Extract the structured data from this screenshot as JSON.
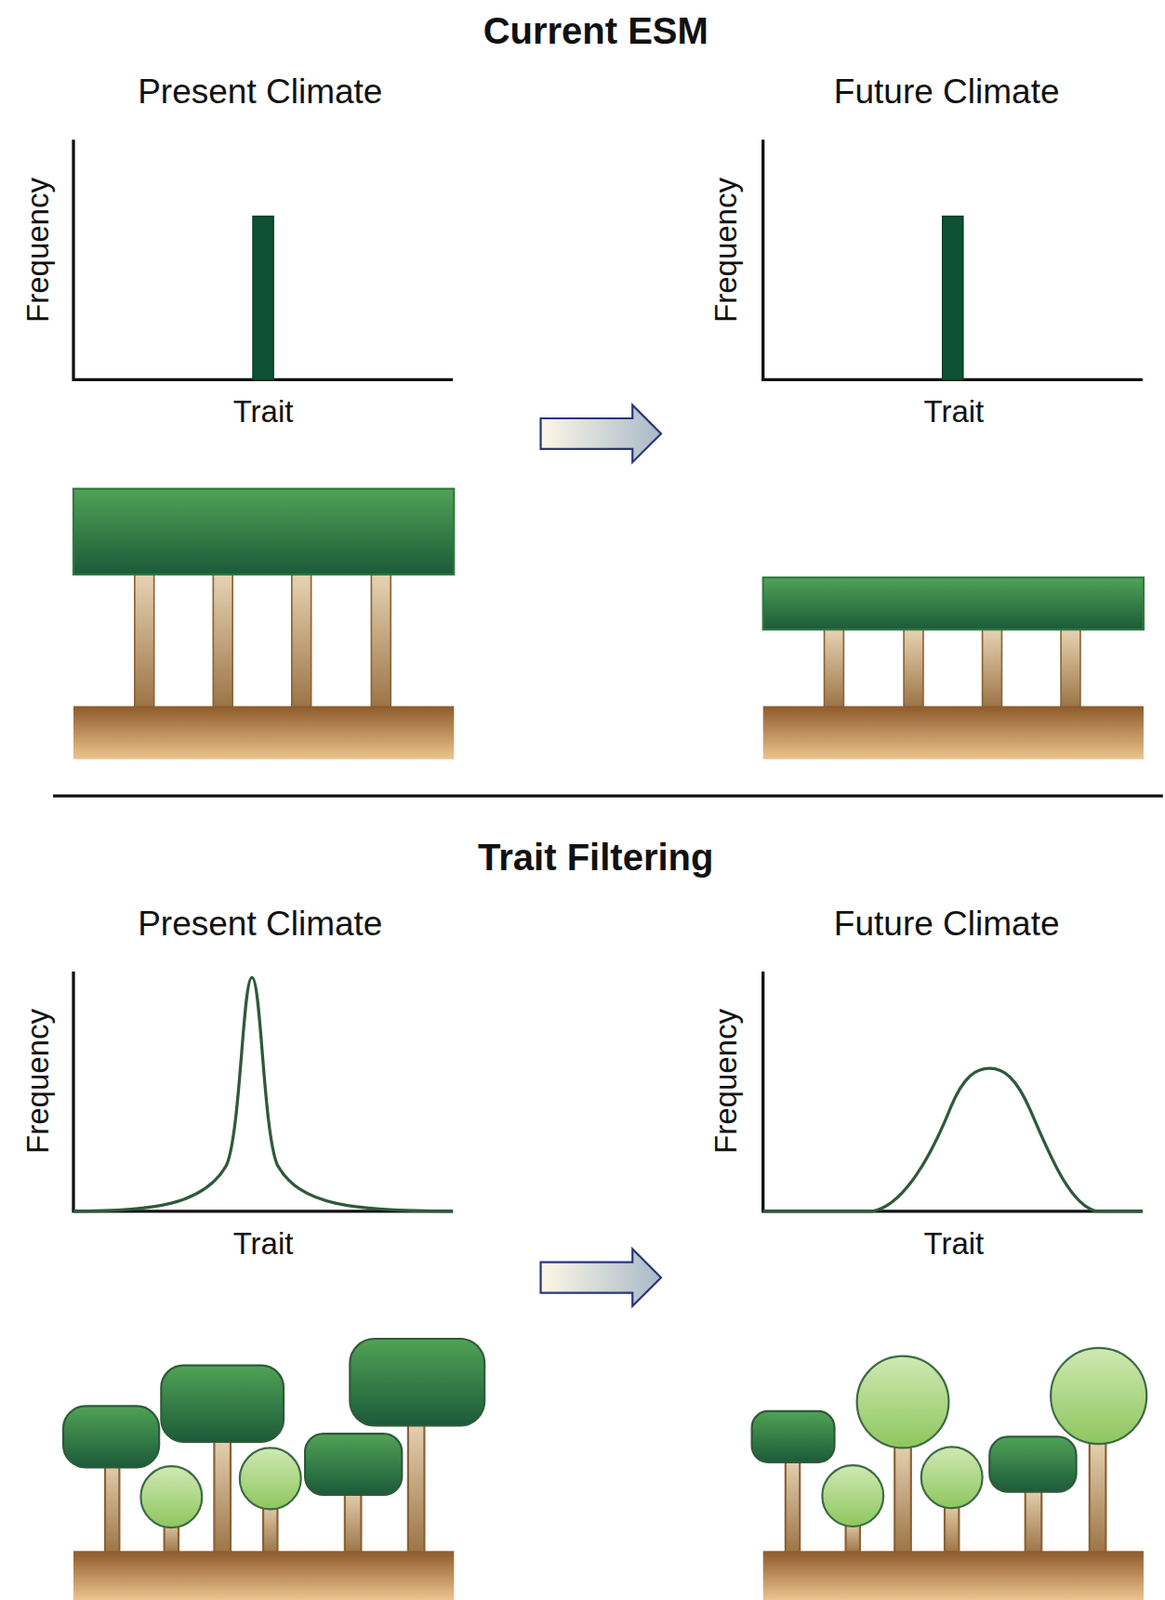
{
  "diagram": {
    "labels": [
      "Current ESM",
      "Present Climate",
      "Future Climate",
      "Frequency",
      "Trait",
      "Frequency",
      "Trait",
      "Trait Filtering",
      "Present Climate",
      "Future Climate",
      "Frequency",
      "Trait",
      "Frequency",
      "Trait"
    ]
  }
}
